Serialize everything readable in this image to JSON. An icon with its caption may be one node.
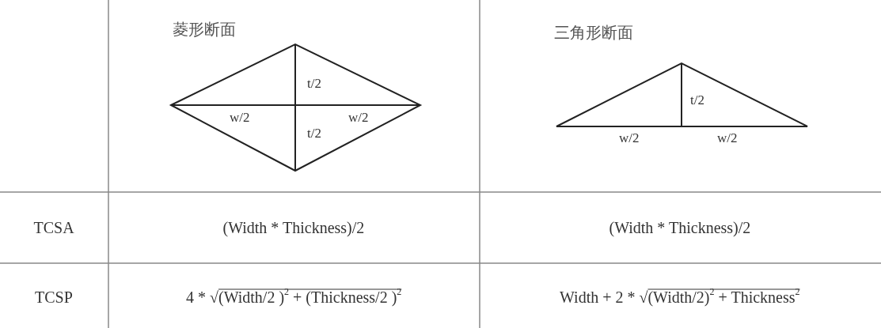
{
  "diagram": {
    "labels": [
      "菱形断面",
      "t/2",
      "w/2",
      "w/2",
      "t/2",
      "三角形断面",
      "t/2",
      "w/2",
      "w/2",
      "TCSA",
      "(Width * Thickness)/2",
      "(Width * Thickness)/2",
      "TCSP",
      "4 * √(Width/2 )$^{2}$ + (Thickness/2 )$^{2}$",
      "Width + 2 * √(Width/2)$^{2}$ + Thickness$^{2}$"
    ]
  }
}
